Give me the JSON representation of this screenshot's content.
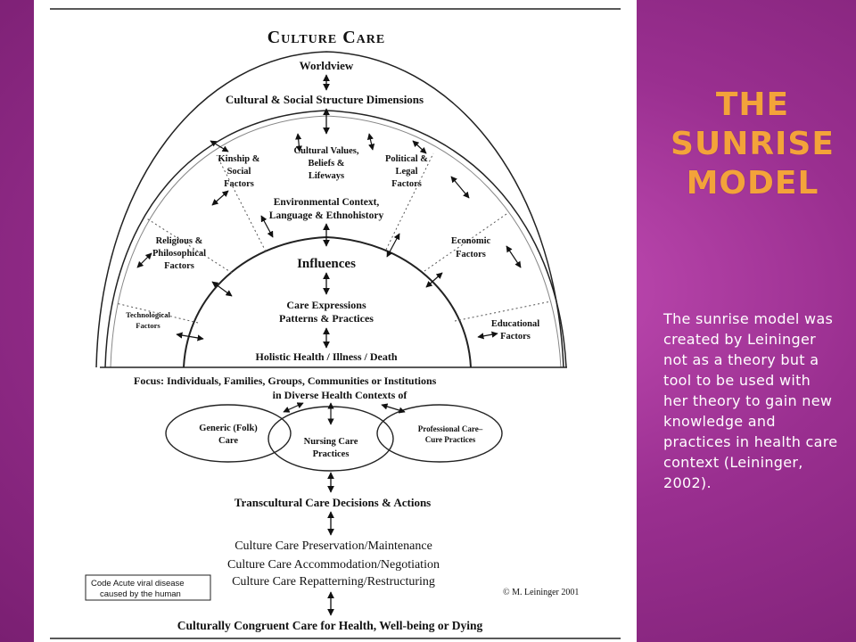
{
  "slide": {
    "title": "THE SUNRISE MODEL",
    "body": "The sunrise model was created by Leininger not as a theory but a tool to be used with her theory to gain new knowledge and practices in health care context (Leininger, 2002)."
  },
  "diagram": {
    "title": "Culture Care",
    "worldview": "Worldview",
    "dimensions": "Cultural & Social Structure Dimensions",
    "factors": {
      "kinship": [
        "Kinship &",
        "Social",
        "Factors"
      ],
      "cultural_values": [
        "Cultural Values,",
        "Beliefs &",
        "Lifeways"
      ],
      "political": [
        "Political &",
        "Legal",
        "Factors"
      ],
      "religious": [
        "Religious &",
        "Philosophical",
        "Factors"
      ],
      "economic": [
        "Economic",
        "Factors"
      ],
      "technological": [
        "Technological",
        "Factors"
      ],
      "educational": [
        "Educational",
        "Factors"
      ]
    },
    "environmental": [
      "Environmental Context,",
      "Language & Ethnohistory"
    ],
    "influences": "Influences",
    "care_expressions": [
      "Care Expressions",
      "Patterns & Practices"
    ],
    "holistic": "Holistic Health / Illness / Death",
    "focus": [
      "Focus:  Individuals, Families, Groups, Communities or Institutions",
      "in Diverse Health Contexts of"
    ],
    "generic_care": [
      "Generic (Folk)",
      "Care"
    ],
    "nursing_care": [
      "Nursing Care",
      "Practices"
    ],
    "professional_care": [
      "Professional Care–",
      "Cure Practices"
    ],
    "decisions": "Transcultural Care Decisions & Actions",
    "outcomes": [
      "Culture Care Preservation/Maintenance",
      "Culture Care Accommodation/Negotiation",
      "Culture Care Repatterning/Restructuring"
    ],
    "code_box": [
      "Code Acute viral disease",
      "caused by the human"
    ],
    "copyright": "© M. Leininger 2001",
    "congruent": "Culturally Congruent Care for Health, Well-being or Dying"
  },
  "colors": {
    "background": "#9a2f90",
    "title": "#f3a33a",
    "body_text": "#ffffff"
  }
}
